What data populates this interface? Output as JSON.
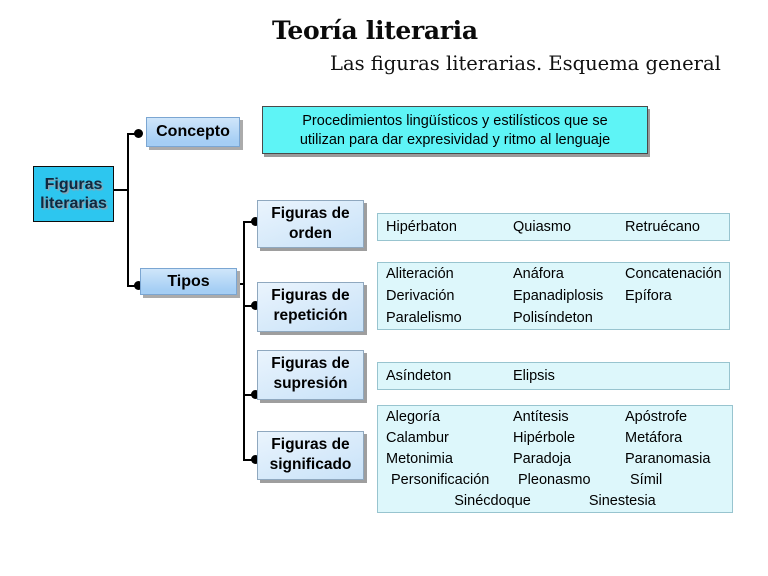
{
  "slide": {
    "title": "Teoría literaria",
    "subtitle": "Las figuras literarias. Esquema general"
  },
  "root": {
    "label": "Figuras literarias"
  },
  "concepto": {
    "label": "Concepto",
    "definition_lines": [
      "Procedimientos lingüísticos y estilísticos que se",
      "utilizan para dar expresividad y ritmo al lenguaje"
    ]
  },
  "tipos": {
    "label": "Tipos",
    "categories": [
      {
        "label": "Figuras de orden",
        "rows": [
          [
            "Hipérbaton",
            "Quiasmo",
            "Retruécano"
          ]
        ]
      },
      {
        "label": "Figuras de repetición",
        "rows": [
          [
            "Aliteración",
            "Anáfora",
            "Concatenación"
          ],
          [
            "Derivación",
            "Epanadiplosis",
            "Epífora"
          ],
          [
            "Paralelismo",
            "Polisíndeton"
          ]
        ]
      },
      {
        "label": "Figuras de supresión",
        "rows": [
          [
            "Asíndeton",
            "Elipsis"
          ]
        ]
      },
      {
        "label": "Figuras de significado",
        "rows": [
          [
            "Alegoría",
            "Antítesis",
            "Apóstrofe"
          ],
          [
            "Calambur",
            "Hipérbole",
            "Metáfora"
          ],
          [
            "Metonimia",
            "Paradoja",
            "Paranomasia"
          ],
          [
            "Personificación",
            "Pleonasmo",
            "Símil"
          ],
          [
            "Sinécdoque",
            "Sinestesia"
          ]
        ]
      }
    ]
  },
  "colors": {
    "root_box": "#2dc6ef",
    "branch_box": "#a5cef4",
    "branch_box_light": "#cfe6fa",
    "category_box": "#c8e2f8",
    "definition_box": "#5ef4f6",
    "list_box": "#ddf7fb",
    "connector": "#000000"
  }
}
